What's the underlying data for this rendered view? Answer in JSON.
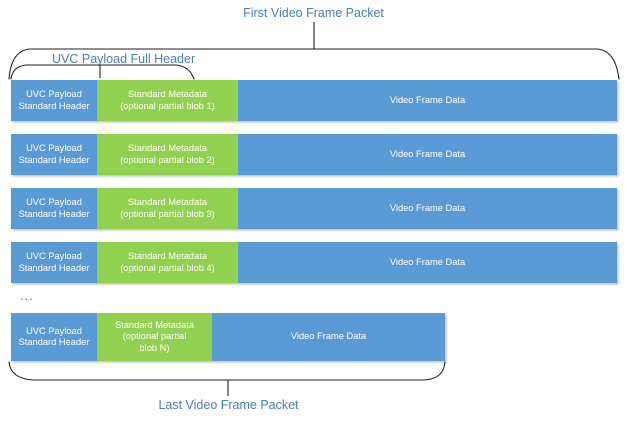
{
  "diagram": {
    "title_top": "First Video Frame Packet",
    "title_bottom": "Last Video Frame Packet",
    "header_bracket_label": "UVC Payload Full Header",
    "ellipsis": "...",
    "colors": {
      "header_segment": "#5B9BD5",
      "metadata_segment": "#92D050",
      "data_segment": "#5B9BD5",
      "label_text": "#4A7EBB",
      "segment_text": "#FFFFFF",
      "bracket_line": "#000000",
      "background": "#FFFFFF"
    },
    "rows": [
      {
        "id": "packet-1",
        "header_label": "UVC Payload\nStandard Header",
        "header_line1": "UVC Payload",
        "header_line2": "Standard Header",
        "metadata_line1": "Standard Metadata",
        "metadata_line2": "(optional partial blob 1)",
        "metadata_line3": "",
        "data_label": "Video Frame Data"
      },
      {
        "id": "packet-2",
        "header_line1": "UVC Payload",
        "header_line2": "Standard Header",
        "metadata_line1": "Standard Metadata",
        "metadata_line2": "(optional partial blob 2)",
        "metadata_line3": "",
        "data_label": "Video Frame Data"
      },
      {
        "id": "packet-3",
        "header_line1": "UVC Payload",
        "header_line2": "Standard Header",
        "metadata_line1": "Standard Metadata",
        "metadata_line2": "(optional partial blob 3)",
        "metadata_line3": "",
        "data_label": "Video Frame Data"
      },
      {
        "id": "packet-4",
        "header_line1": "UVC Payload",
        "header_line2": "Standard Header",
        "metadata_line1": "Standard Metadata",
        "metadata_line2": "(optional partial blob 4)",
        "metadata_line3": "",
        "data_label": "Video Frame Data"
      },
      {
        "id": "packet-last",
        "header_line1": "UVC Payload",
        "header_line2": "Standard Header",
        "metadata_line1": "Standard Metadata",
        "metadata_line2": "(optional partial",
        "metadata_line3": "blob N)",
        "data_label": "Video Frame Data"
      }
    ]
  }
}
